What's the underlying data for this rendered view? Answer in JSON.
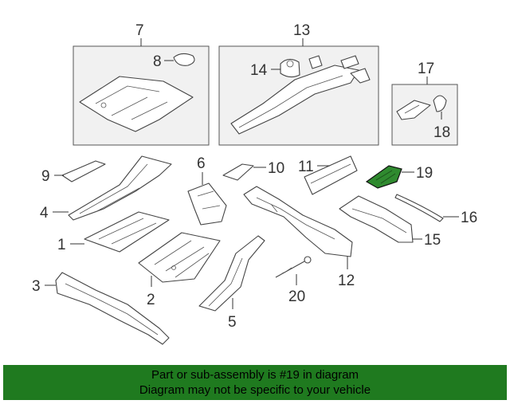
{
  "callouts": {
    "c1": "1",
    "c2": "2",
    "c3": "3",
    "c4": "4",
    "c5": "5",
    "c6": "6",
    "c7": "7",
    "c8": "8",
    "c9": "9",
    "c10": "10",
    "c11": "11",
    "c12": "12",
    "c13": "13",
    "c14": "14",
    "c15": "15",
    "c16": "16",
    "c17": "17",
    "c18": "18",
    "c19": "19",
    "c20": "20"
  },
  "highlight": {
    "part": "19",
    "color": "#2f8a2f"
  },
  "banner": {
    "line1": "Part or sub-assembly is #19 in diagram",
    "line2": "Diagram may not be specific to your vehicle",
    "color": "#1f7a1f"
  }
}
